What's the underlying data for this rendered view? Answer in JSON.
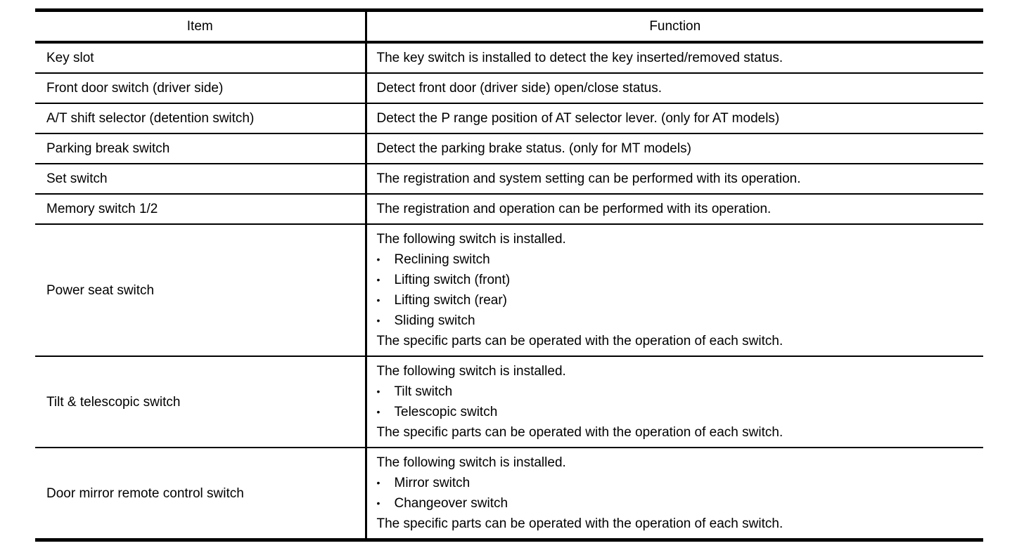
{
  "page": {
    "background_color": "#ffffff",
    "text_color": "#000000",
    "border_color": "#000000"
  },
  "table": {
    "headers": {
      "item": "Item",
      "function": "Function"
    },
    "bullet_char": "•",
    "rows": [
      {
        "item": "Key slot",
        "function_lines": [
          {
            "bullet": false,
            "text": "The key switch is installed to detect the key inserted/removed status."
          }
        ]
      },
      {
        "item": "Front door switch (driver side)",
        "function_lines": [
          {
            "bullet": false,
            "text": "Detect front door (driver side) open/close status."
          }
        ]
      },
      {
        "item": "A/T shift selector (detention switch)",
        "function_lines": [
          {
            "bullet": false,
            "text": "Detect the P range position of AT selector lever. (only for AT models)"
          }
        ]
      },
      {
        "item": "Parking break switch",
        "function_lines": [
          {
            "bullet": false,
            "text": "Detect the parking brake status. (only for MT models)"
          }
        ]
      },
      {
        "item": "Set switch",
        "function_lines": [
          {
            "bullet": false,
            "text": "The registration and system setting can be performed with its operation."
          }
        ]
      },
      {
        "item": "Memory switch 1/2",
        "function_lines": [
          {
            "bullet": false,
            "text": "The registration and operation can be performed with its operation."
          }
        ]
      },
      {
        "item": "Power seat switch",
        "function_lines": [
          {
            "bullet": false,
            "text": "The following switch is installed."
          },
          {
            "bullet": true,
            "text": "Reclining switch"
          },
          {
            "bullet": true,
            "text": "Lifting switch (front)"
          },
          {
            "bullet": true,
            "text": "Lifting switch (rear)"
          },
          {
            "bullet": true,
            "text": "Sliding switch"
          },
          {
            "bullet": false,
            "text": "The specific parts can be operated with the operation of each switch."
          }
        ]
      },
      {
        "item": "Tilt & telescopic switch",
        "function_lines": [
          {
            "bullet": false,
            "text": "The following switch is installed."
          },
          {
            "bullet": true,
            "text": "Tilt switch"
          },
          {
            "bullet": true,
            "text": "Telescopic switch"
          },
          {
            "bullet": false,
            "text": "The specific parts can be operated with the operation of each switch."
          }
        ]
      },
      {
        "item": "Door mirror remote control switch",
        "function_lines": [
          {
            "bullet": false,
            "text": "The following switch is installed."
          },
          {
            "bullet": true,
            "text": "Mirror switch"
          },
          {
            "bullet": true,
            "text": "Changeover switch"
          },
          {
            "bullet": false,
            "text": "The specific parts can be operated with the operation of each switch."
          }
        ]
      }
    ]
  }
}
